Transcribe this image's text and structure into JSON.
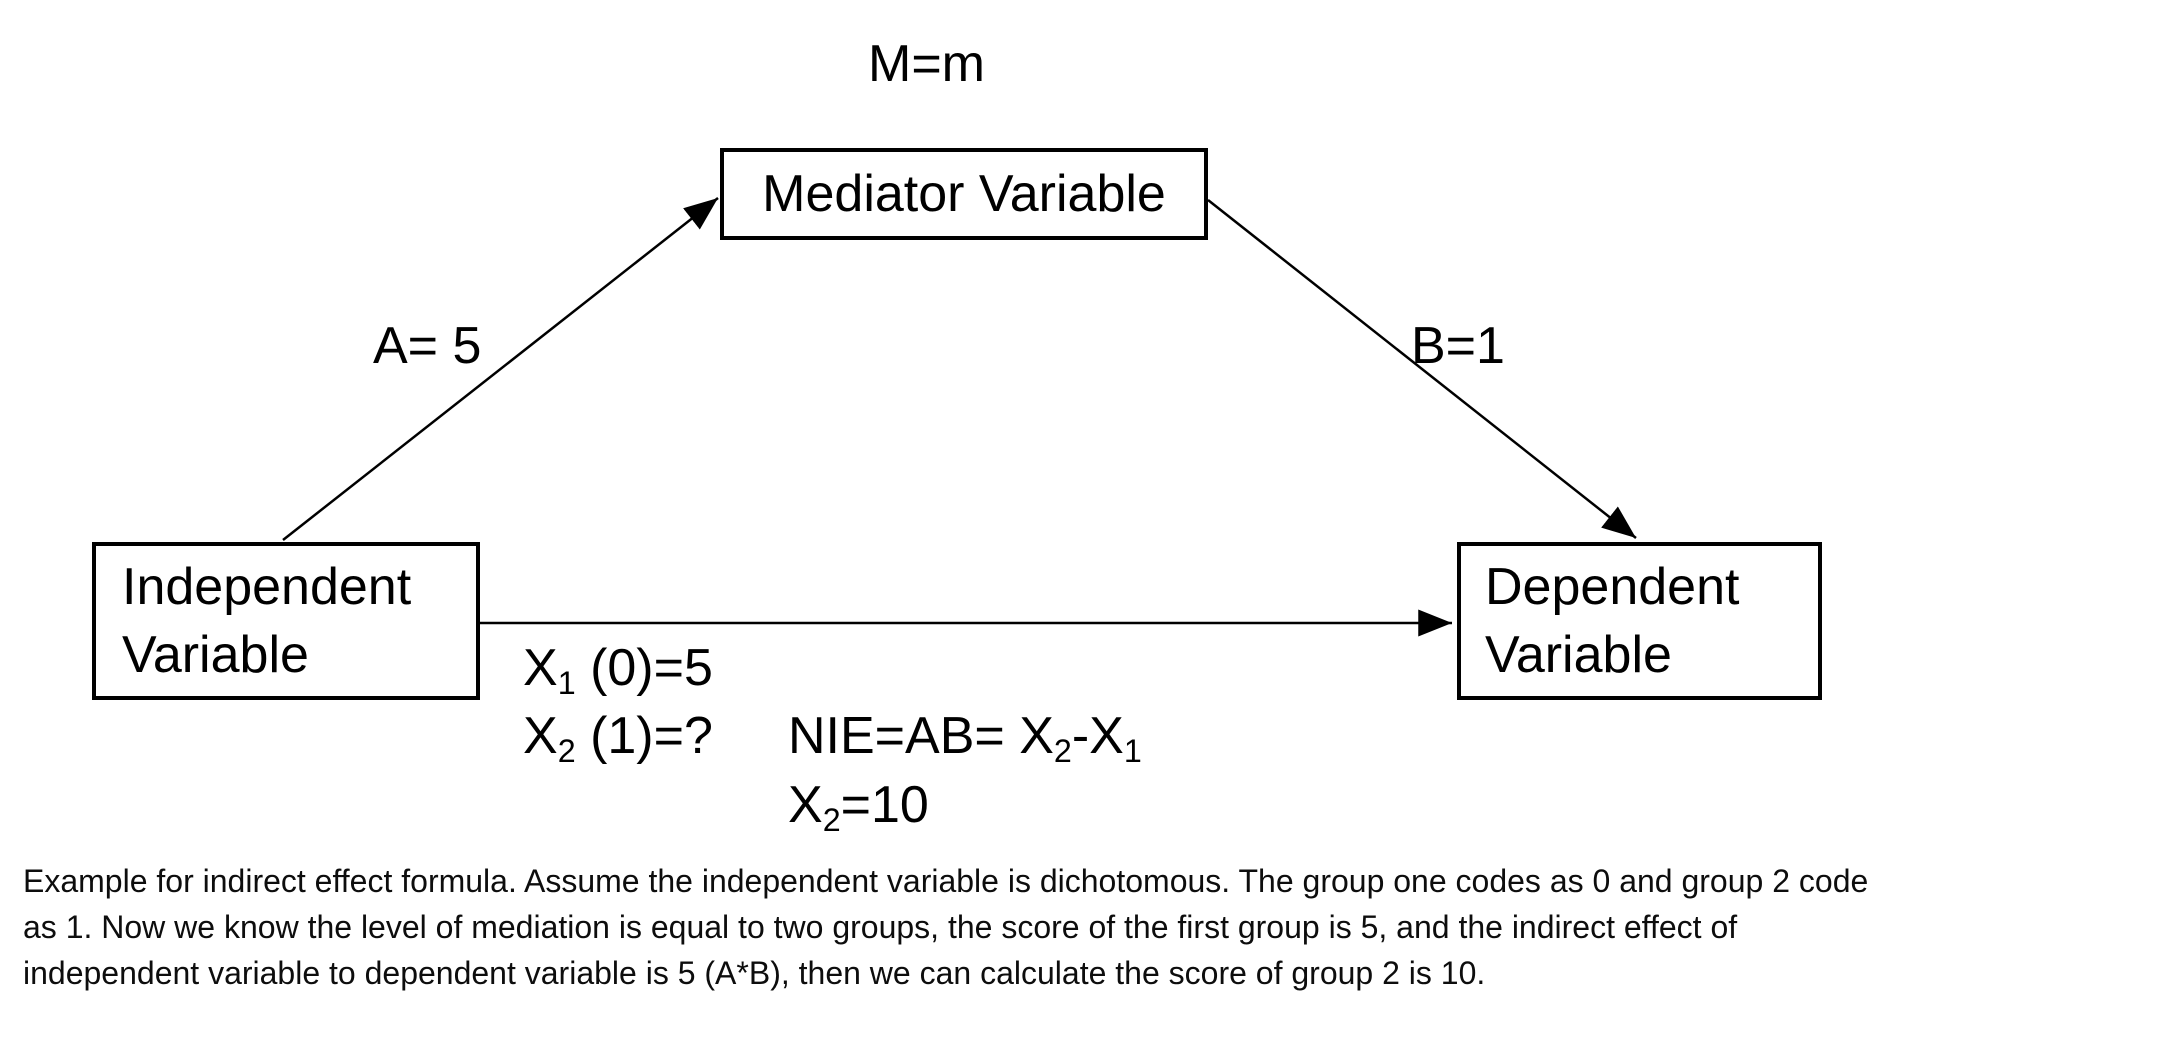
{
  "canvas": {
    "background": "#ffffff",
    "ink": "#000000"
  },
  "diagram": {
    "m_label": "M=m",
    "boxes": {
      "mediator": {
        "label": "Mediator Variable"
      },
      "independent": {
        "line1": "Independent",
        "line2": "Variable"
      },
      "dependent": {
        "line1": "Dependent",
        "line2": "Variable"
      }
    },
    "path_labels": {
      "a": "A= 5",
      "b": "B=1"
    }
  },
  "formulas": [
    {
      "name": "x1-group-value",
      "segments": [
        {
          "t": "X"
        },
        {
          "t": "1",
          "sub": true
        },
        {
          "t": " (0)=5"
        }
      ]
    },
    {
      "name": "x2-group-value",
      "segments": [
        {
          "t": "X"
        },
        {
          "t": "2",
          "sub": true
        },
        {
          "t": " (1)=?"
        }
      ]
    },
    {
      "name": "nie-equation",
      "segments": [
        {
          "t": "NIE=AB= X"
        },
        {
          "t": "2",
          "sub": true
        },
        {
          "t": "-X"
        },
        {
          "t": "1",
          "sub": true
        }
      ]
    },
    {
      "name": "x2-result",
      "segments": [
        {
          "t": "X"
        },
        {
          "t": "2",
          "sub": true
        },
        {
          "t": "=10"
        }
      ]
    }
  ],
  "caption": {
    "lines": [
      "Example for indirect effect formula. Assume the independent variable is dichotomous. The group one codes as 0 and group 2 code",
      "as 1. Now we know the level of mediation is equal to two groups, the score of the first group is 5, and the indirect effect of",
      "independent variable to dependent variable is 5 (A*B), then we can calculate the score of group 2 is 10."
    ]
  }
}
